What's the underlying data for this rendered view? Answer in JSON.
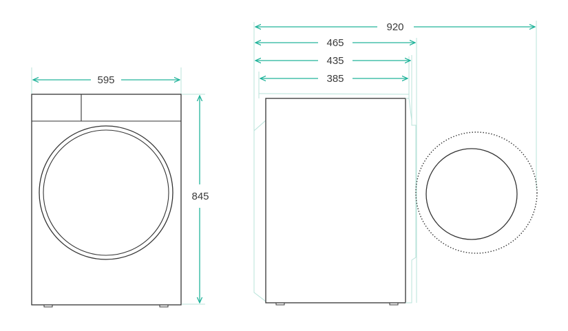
{
  "colors": {
    "dimension": "#20b39a",
    "outline": "#333333",
    "guide": "#b8e3da",
    "text": "#3a3a3a"
  },
  "dimensions": {
    "width": "595",
    "height": "845",
    "depth_total": "920",
    "depth_465": "465",
    "depth_435": "435",
    "depth_385": "385"
  }
}
